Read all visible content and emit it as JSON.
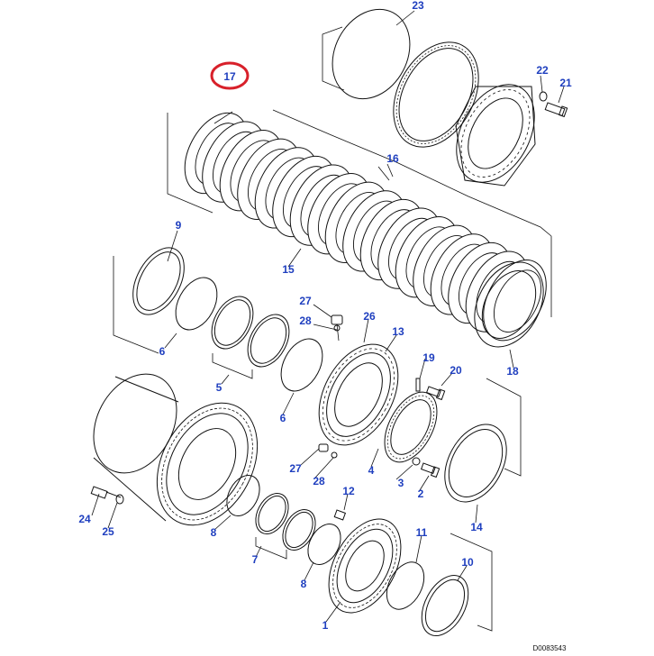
{
  "diagram": {
    "drawing_code": "D0083543",
    "highlight_color": "#d8202a",
    "label_color": "#1f3fbf",
    "highlighted_part": "17",
    "callouts": [
      {
        "id": "c1",
        "text": "1"
      },
      {
        "id": "c2",
        "text": "2"
      },
      {
        "id": "c3",
        "text": "3"
      },
      {
        "id": "c4",
        "text": "4"
      },
      {
        "id": "c5",
        "text": "5"
      },
      {
        "id": "c6a",
        "text": "6"
      },
      {
        "id": "c6b",
        "text": "6"
      },
      {
        "id": "c7",
        "text": "7"
      },
      {
        "id": "c8a",
        "text": "8"
      },
      {
        "id": "c8b",
        "text": "8"
      },
      {
        "id": "c9",
        "text": "9"
      },
      {
        "id": "c10",
        "text": "10"
      },
      {
        "id": "c11",
        "text": "11"
      },
      {
        "id": "c12",
        "text": "12"
      },
      {
        "id": "c13",
        "text": "13"
      },
      {
        "id": "c14",
        "text": "14"
      },
      {
        "id": "c15",
        "text": "15"
      },
      {
        "id": "c16",
        "text": "16"
      },
      {
        "id": "c17",
        "text": "17"
      },
      {
        "id": "c18",
        "text": "18"
      },
      {
        "id": "c19",
        "text": "19"
      },
      {
        "id": "c20",
        "text": "20"
      },
      {
        "id": "c21",
        "text": "21"
      },
      {
        "id": "c22",
        "text": "22"
      },
      {
        "id": "c23",
        "text": "23"
      },
      {
        "id": "c24",
        "text": "24"
      },
      {
        "id": "c25",
        "text": "25"
      },
      {
        "id": "c26",
        "text": "26"
      },
      {
        "id": "c27a",
        "text": "27"
      },
      {
        "id": "c27b",
        "text": "27"
      },
      {
        "id": "c28a",
        "text": "28"
      },
      {
        "id": "c28b",
        "text": "28"
      }
    ]
  }
}
